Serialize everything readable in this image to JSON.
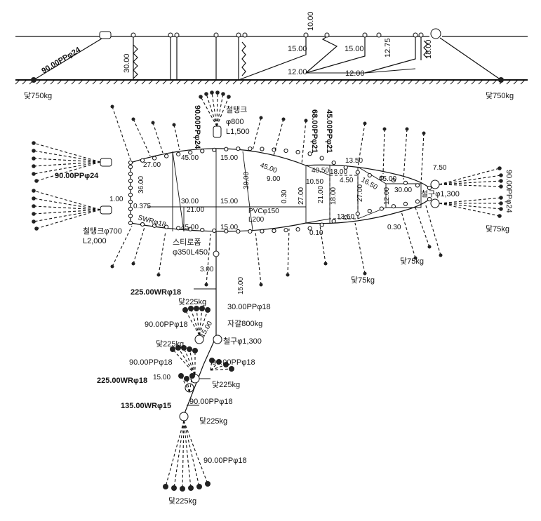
{
  "side_view": {
    "left_rope": "90.00PPφ24",
    "left_anchor": "닻750kg",
    "right_anchor": "닻750kg",
    "depth_left": "30.00",
    "depth_10": "10.00",
    "mid_15a": "15.00",
    "mid_15b": "15.00",
    "mid_12a": "12.00",
    "mid_12b": "12.00",
    "depth_1275": "12.75",
    "depth_18": "18.00"
  },
  "plan_view": {
    "top_tank_rope": "90.00PPφ24",
    "top_tank_name": "철탱크",
    "top_tank_dim1": "φ800",
    "top_tank_dim2": "L1,500",
    "left_rope_upper": "90.00PPφ24",
    "left_tank_name": "철탱크φ700",
    "left_tank_len": "L2,000",
    "right_rope_label_a": "68.00PPφ21",
    "right_rope_label_b": "45.00PPφ21",
    "right_rope_vertical": "90.00PPφ24",
    "right_anchor": "닻75kg",
    "right_anchor2": "닻75kg",
    "bottom_anchor": "닻75kg",
    "steel_ball_right": "철구φ1,300",
    "seg_27a": "27.00",
    "seg_45a": "45.00",
    "seg_15a": "15.00",
    "seg_45b": "45.00",
    "seg_36": "36.00",
    "seg_39": "39.00",
    "seg_30a": "30.00",
    "seg_21a": "21.00",
    "seg_15b": "15.00",
    "seg_45c": "45.00",
    "seg_15c": "15.00",
    "seg_9": "9.00",
    "seg_27b": "27.00",
    "seg_21b": "21.00",
    "seg_1050": "10.50",
    "seg_4050": "40.50",
    "seg_18a": "18.00",
    "seg_450": "4.50",
    "seg_18b": "18.00",
    "seg_1350a": "13.50",
    "seg_1350b": "13.50",
    "seg_27c": "27.00",
    "seg_1650": "16.50",
    "seg_12": "12.00",
    "seg_45d": "45.00",
    "seg_30b": "30.00",
    "seg_750": "7.50",
    "seg_030a": "0.30",
    "seg_030b": "0.30",
    "seg_010": "0.10",
    "seg_100": "1.00",
    "seg_0375": "0.375",
    "swr": "SWRφ18",
    "pvc_a": "PVCφ150",
    "pvc_b": "L200",
    "styro_a": "스티로폼",
    "styro_b": "φ350L450"
  },
  "mooring": {
    "d300": "3.00",
    "d1500": "15.00",
    "wr1": "225.00WRφ18",
    "anchor1": "닻225kg",
    "pp30": "30.00PPφ18",
    "gravel": "자갈800kg",
    "pp90a": "90.00PPφ18",
    "d1500b": "15.00",
    "anchor2": "닻225kg",
    "steel_ball": "철구φ1,300",
    "pp90b": "90.00PPφ18",
    "pp90c": "90.00PPφ18",
    "wr2": "225.00WRφ18",
    "d1500c": "15.00",
    "anchor3": "닻225kg",
    "wr3": "135.00WRφ15",
    "pp90d": "90.00PPφ18",
    "anchor4": "닻225kg",
    "pp90e": "90.00PPφ18",
    "anchor5": "닻225kg"
  }
}
